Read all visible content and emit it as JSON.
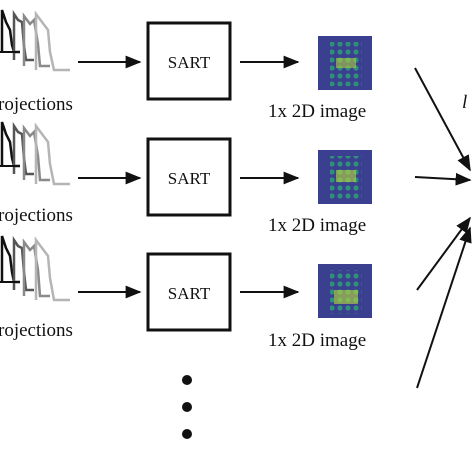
{
  "rows": [
    {
      "projections_label": "rojections",
      "algorithm_label": "SART",
      "output_label": "1x 2D image"
    },
    {
      "projections_label": "rojections",
      "algorithm_label": "SART",
      "output_label": "1x 2D image"
    },
    {
      "projections_label": "rojections",
      "algorithm_label": "SART",
      "output_label": "1x 2D image"
    }
  ],
  "edge_label": "l",
  "colors": {
    "ink": "#111111",
    "image_background": "#3a3f8f",
    "image_foreground": "#2f8f7a",
    "image_highlight": "#b9d93a",
    "projection_grays": [
      "#111111",
      "#555555",
      "#8a8a8a",
      "#b5b5b5"
    ]
  },
  "continuation_marker": "vertical-ellipsis"
}
